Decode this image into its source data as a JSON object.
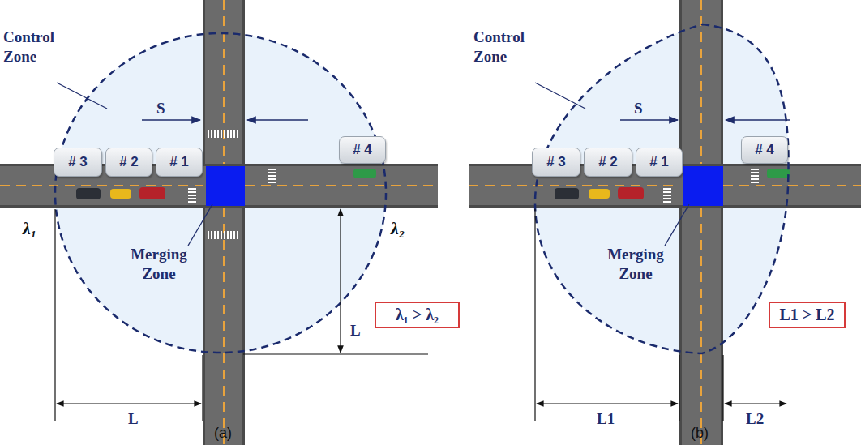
{
  "diagram": {
    "nodes": [
      {
        "text": [
          "# 3"
        ]
      },
      {
        "text": [
          "# 2"
        ]
      },
      {
        "text": [
          "# 1"
        ]
      },
      {
        "text": [
          "# 4"
        ]
      },
      {
        "text": [
          "λ₁ > λ₂"
        ]
      },
      {
        "text": [
          "# 3"
        ]
      },
      {
        "text": [
          "# 2"
        ]
      },
      {
        "text": [
          "# 1"
        ]
      },
      {
        "text": [
          "# 4"
        ]
      },
      {
        "text": [
          "L1 > L2"
        ]
      }
    ],
    "labels": [
      "Control Zone",
      "S",
      "λ₁",
      "λ₂",
      "Merging Zone",
      "L",
      "L",
      "(a)",
      "Control Zone",
      "S",
      "Merging Zone",
      "L1",
      "L2",
      "(b)"
    ]
  }
}
